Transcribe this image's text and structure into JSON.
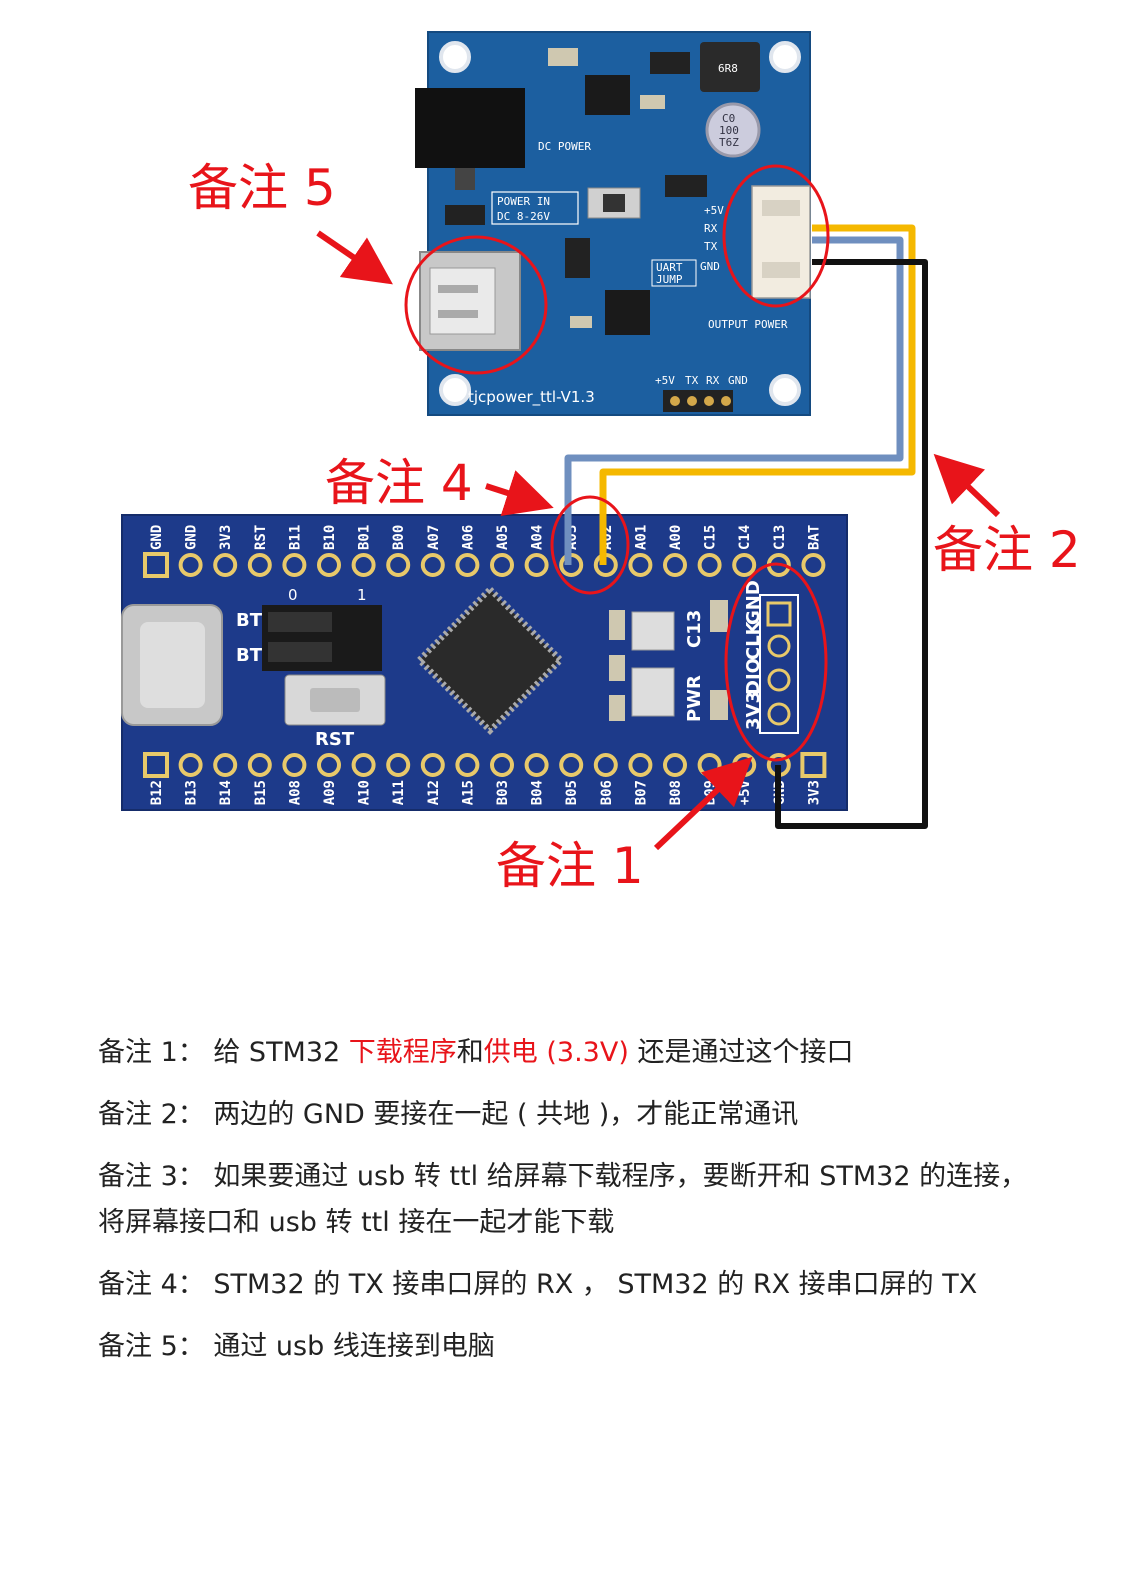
{
  "callouts": {
    "c1": "备注 1",
    "c2": "备注 2",
    "c4": "备注 4",
    "c5": "备注 5"
  },
  "power_board": {
    "title": "tjcpower_ttl-V1.3",
    "dc_label": "DC POWER",
    "power_in": "POWER IN",
    "voltage": "DC 8-26V",
    "j2_pins": [
      "+5V",
      "RX",
      "TX",
      "GND"
    ],
    "j3_pins": [
      "+5V",
      "TX",
      "RX",
      "GND"
    ],
    "uart_jump": [
      "UART",
      "JUMP"
    ],
    "output_power": "OUTPUT POWER",
    "inductor": "6R8",
    "capacitor": [
      "C0",
      "100",
      "T6Z"
    ]
  },
  "stm_board": {
    "top_pins": [
      "GND",
      "GND",
      "3V3",
      "RST",
      "B11",
      "B10",
      "B01",
      "B00",
      "A07",
      "A06",
      "A05",
      "A04",
      "A03",
      "A02",
      "A01",
      "A00",
      "C15",
      "C14",
      "C13",
      "BAT"
    ],
    "bottom_pins": [
      "B12",
      "B13",
      "B14",
      "B15",
      "A08",
      "A09",
      "A10",
      "A11",
      "A12",
      "A15",
      "B03",
      "B04",
      "B05",
      "B06",
      "B07",
      "B08",
      "B09",
      "+5V",
      "GND",
      "3V3"
    ],
    "swd_pins": [
      "3V3",
      "DIO",
      "CLK",
      "GND"
    ],
    "jumper_labels": [
      "BT",
      "BT"
    ],
    "jumper_cols": [
      "0",
      "1"
    ],
    "rst_label": "RST",
    "pwr_label": "PWR",
    "c13_label": "C13"
  },
  "notes": {
    "n1": {
      "prefix": "备注 1： 给 STM32 ",
      "red1": "下载程序",
      "mid": "和",
      "red2": "供电 (3.3V)",
      "suffix": " 还是通过这个接口"
    },
    "n2": "备注 2： 两边的 GND 要接在一起 ( 共地 )，才能正常通讯",
    "n3": "备注 3： 如果要通过 usb 转 ttl 给屏幕下载程序，要断开和 STM32 的连接，将屏幕接口和 usb 转 ttl 接在一起才能下载",
    "n4": "备注 4：  STM32 的 TX 接串口屏的 RX ，  STM32 的 RX 接串口屏的 TX",
    "n5": "备注 5： 通过 usb 线连接到电脑"
  },
  "colors": {
    "annotation": "#e8141a",
    "pcb_power": "#1c5fa0",
    "pcb_stm": "#1d3a8a",
    "wire_blue": "#6f8fbf",
    "wire_yellow": "#f5b800",
    "wire_black": "#111111"
  }
}
